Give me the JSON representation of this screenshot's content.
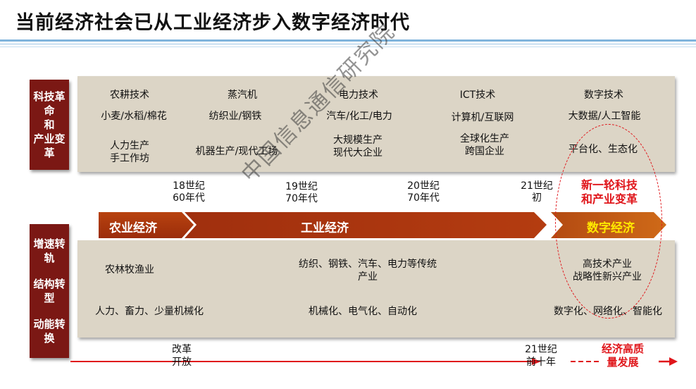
{
  "title": "当前经济社会已从工业经济步入数字经济时代",
  "left_labels": {
    "top": [
      "科技革",
      "命",
      "和",
      "产业变",
      "革"
    ],
    "bottom": [
      {
        "line1": "增速转",
        "line2": "轨"
      },
      {
        "line1": "结构转",
        "line2": "型"
      },
      {
        "line1": "动能转",
        "line2": "换"
      }
    ]
  },
  "tech_columns": [
    {
      "tech": "农耕技术",
      "product": "小麦/水稻/棉花",
      "mode": [
        "人力生产",
        "手工作坊"
      ]
    },
    {
      "tech": "蒸汽机",
      "product": "纺织业/钢铁",
      "mode": [
        "机器生产/现代工场"
      ]
    },
    {
      "tech": "电力技术",
      "product": "汽车/化工/电力",
      "mode": [
        "大规模生产",
        "现代大企业"
      ]
    },
    {
      "tech": "ICT技术",
      "product": "计算机/互联网",
      "mode": [
        "全球化生产",
        "跨国企业"
      ]
    },
    {
      "tech": "数字技术",
      "product": "大数据/人工智能",
      "mode": [
        "平台化、生态化"
      ]
    }
  ],
  "eras": [
    {
      "line1": "18世纪",
      "line2": "60年代"
    },
    {
      "line1": "19世纪",
      "line2": "70年代"
    },
    {
      "line1": "20世纪",
      "line2": "70年代"
    },
    {
      "line1": "21世纪",
      "line2": "初"
    }
  ],
  "new_round": {
    "line1": "新一轮科技",
    "line2": "和产业变革"
  },
  "economy_stages": [
    "农业经济",
    "工业经济",
    "数字经济"
  ],
  "industries": [
    {
      "industry": [
        "农林牧渔业"
      ],
      "method": "人力、畜力、少量机械化"
    },
    {
      "industry": [
        "纺织、钢铁、汽车、电力等传统",
        "产业"
      ],
      "method": "机械化、电气化、自动化"
    },
    {
      "industry": [
        "高技术产业",
        "战略性新兴产业"
      ],
      "method": "数字化、网络化、智能化"
    }
  ],
  "timeline_labels": [
    {
      "line1": "改革",
      "line2": "开放"
    },
    {
      "line1": "21世纪",
      "line2": "前十年"
    }
  ],
  "goal": {
    "line1": "经济高质",
    "line2": "量发展"
  },
  "watermark": "中国信息通信研究院",
  "colors": {
    "dark_red": "#7b1814",
    "arrow_red": "#b0360d",
    "accent_red": "#e0161b",
    "panel": "#dcd5c6",
    "yellow": "#ffe800"
  }
}
